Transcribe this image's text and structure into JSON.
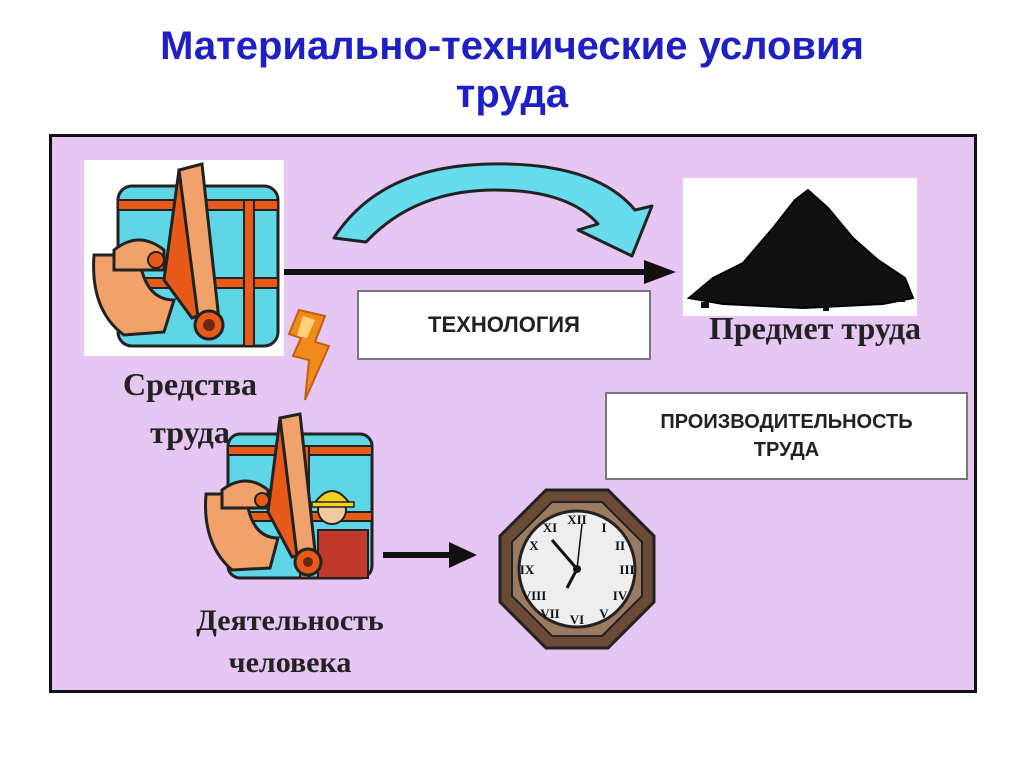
{
  "title": {
    "line1": "Материально-технические условия",
    "line2": "труда"
  },
  "labels": {
    "technology": "ТЕХНОЛОГИЯ",
    "subject_of_labor": "Предмет труда",
    "means_line1": "Средства",
    "means_line2": "труда",
    "productivity_line1": "ПРОИЗВОДИТЕЛЬНОСТЬ",
    "productivity_line2": "ТРУДА",
    "activity_line1": "Деятельность",
    "activity_line2": "человека"
  },
  "colors": {
    "title": "#1f1fc8",
    "panel": "#e6c6f2",
    "curved_arrow": "#66dcec",
    "excavator_arm": "#f0a26a",
    "cabin": "#5fd6e6",
    "coal": "#111111",
    "clock_frame": "#6b4a36"
  },
  "icons": [
    "excavator-icon",
    "curved-arrow-icon",
    "coal-pile-icon",
    "lightning-icon",
    "excavator-with-worker-icon",
    "clock-icon"
  ]
}
